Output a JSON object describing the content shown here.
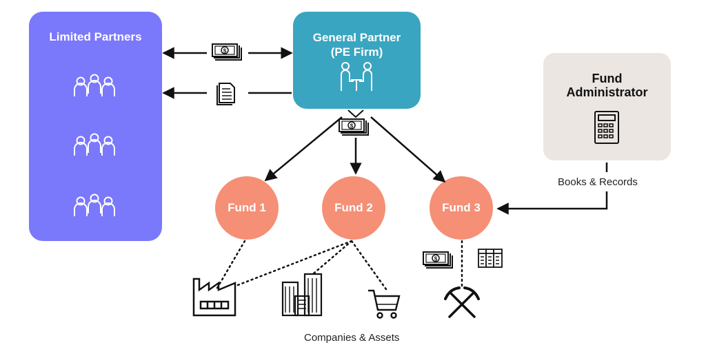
{
  "limited_partners": {
    "title": "Limited Partners",
    "icons": [
      "people-group-icon",
      "people-group-icon",
      "people-group-icon"
    ]
  },
  "general_partner": {
    "title_line1": "General Partner",
    "title_line2": "(PE Firm)",
    "icon": "meeting-icon"
  },
  "fund_administrator": {
    "title_line1": "Fund",
    "title_line2": "Administrator",
    "icon": "calculator-icon"
  },
  "funds": [
    "Fund 1",
    "Fund 2",
    "Fund 3"
  ],
  "labels": {
    "books_records": "Books & Records",
    "companies_assets": "Companies & Assets"
  },
  "flow_icons": [
    "money-icon",
    "document-icon",
    "ledger-icon",
    "factory-icon",
    "buildings-icon",
    "shopping-cart-icon",
    "mining-icon"
  ],
  "colors": {
    "lp": "#7a78fb",
    "gp": "#3aa5c0",
    "fund": "#f58f76",
    "admin": "#ece6e2"
  }
}
